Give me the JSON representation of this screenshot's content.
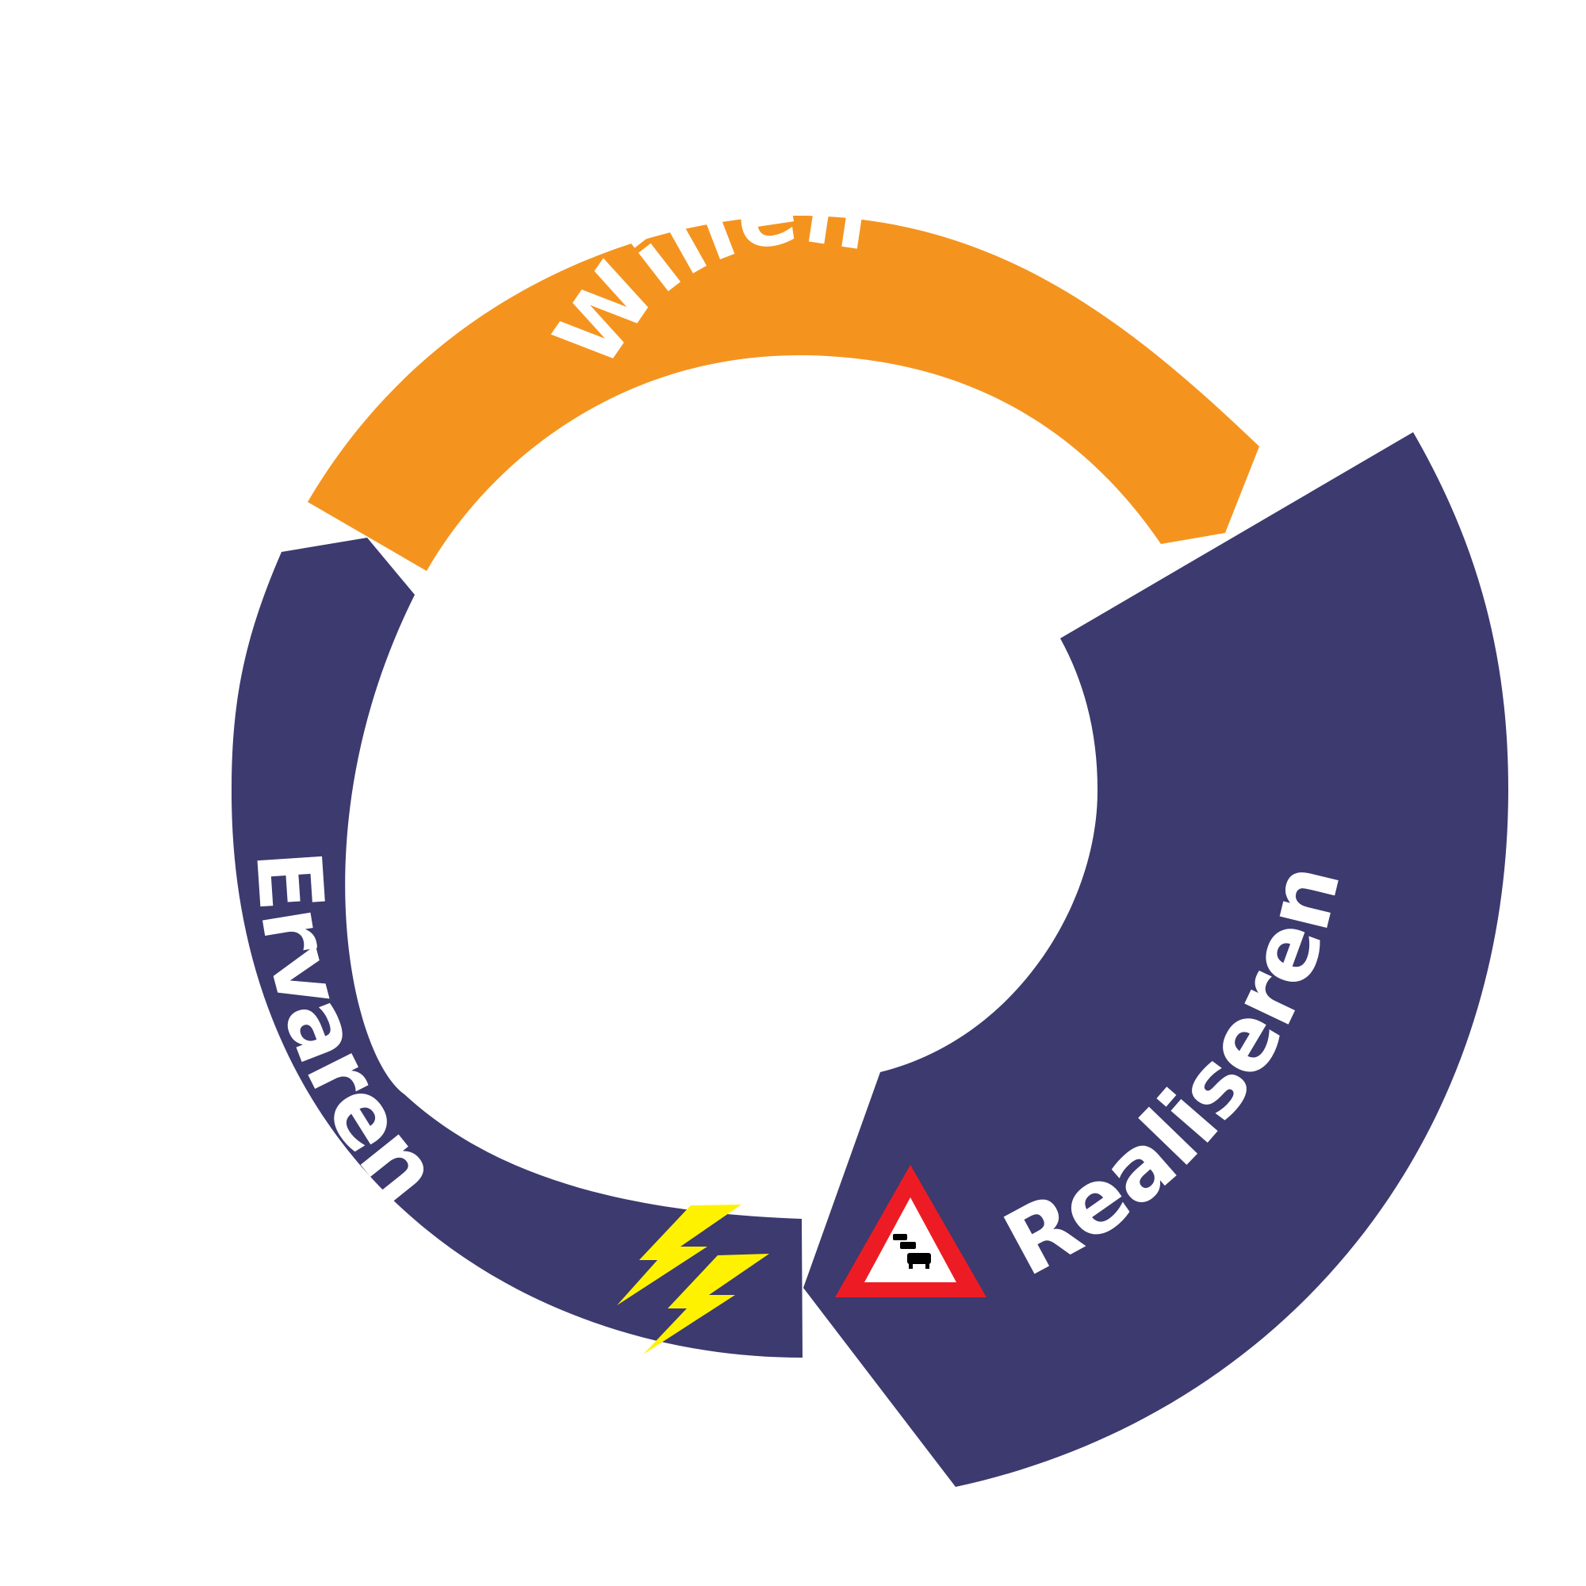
{
  "diagram": {
    "segments": [
      {
        "id": "willen",
        "label": "Willen",
        "color": "#F4941F"
      },
      {
        "id": "ervaren",
        "label": "Ervaren",
        "color": "#3C3A6E"
      },
      {
        "id": "realiseren",
        "label": "Realiseren",
        "color": "#3C3A6E"
      }
    ],
    "icons": [
      {
        "name": "lightning-icon",
        "color": "#FFF200"
      },
      {
        "name": "traffic-jam-warning-sign-icon",
        "border_color": "#ED1C24"
      }
    ]
  }
}
